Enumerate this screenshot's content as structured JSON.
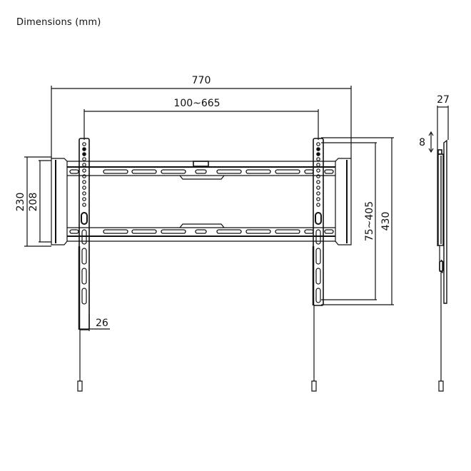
{
  "title": "Dimensions (mm)",
  "dimensions": {
    "overall_width": "770",
    "vesa_horizontal": "100~665",
    "overall_height_outer": "230",
    "overall_height_inner": "208",
    "vesa_vertical": "75~405",
    "arm_height": "430",
    "arm_width": "26",
    "depth": "27",
    "tilt_adjust": "8"
  },
  "colors": {
    "line": "#111111",
    "background": "#ffffff"
  }
}
